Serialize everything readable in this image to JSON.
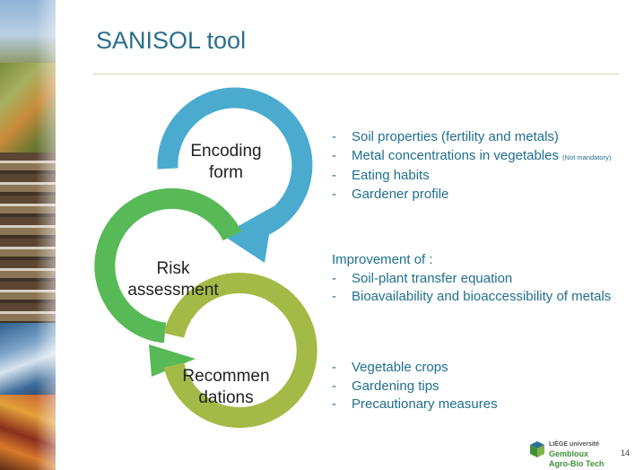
{
  "slide": {
    "title": "SANISOL tool",
    "page_number": "14"
  },
  "cycle": {
    "nodes": [
      {
        "line1": "Encoding",
        "line2": "form",
        "color": "#4aabcf"
      },
      {
        "line1": "Risk",
        "line2": "assessment",
        "color": "#58b957"
      },
      {
        "line1": "Recommen",
        "line2": "dations",
        "color": "#a4ba46"
      }
    ]
  },
  "content": {
    "encoding": {
      "items": [
        {
          "text": "Soil properties (fertility and metals)"
        },
        {
          "text": "Metal concentrations in vegetables",
          "note": "(Not mandatory)"
        },
        {
          "text": "Eating habits"
        },
        {
          "text": "Gardener profile"
        }
      ]
    },
    "risk": {
      "intro": "Improvement of :",
      "items": [
        {
          "text": "Soil-plant transfer equation"
        },
        {
          "text": "Bioavailability and bioaccessibility of metals"
        }
      ]
    },
    "recommendations": {
      "items": [
        {
          "text": "Vegetable crops"
        },
        {
          "text": "Gardening tips"
        },
        {
          "text": "Precautionary measures"
        }
      ]
    }
  },
  "logo": {
    "line1": "LIÈGE université",
    "line2": "Gembloux",
    "line3": "Agro-Bio Tech"
  },
  "colors": {
    "title": "#2a6f8e",
    "text": "#1f6f8e"
  }
}
